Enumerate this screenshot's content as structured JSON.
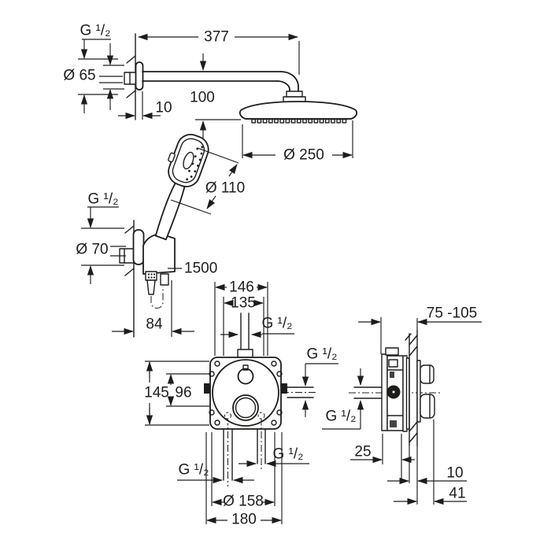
{
  "page": {
    "background": "#ffffff",
    "ink": "#1d1d1b"
  },
  "thread_label": "G ¹/₂",
  "head_shower": {
    "arm_length": "377",
    "flange_diameter": "Ø 65",
    "flange_depth": "10",
    "head_offset": "100",
    "head_diameter": "Ø 250"
  },
  "hand_shower": {
    "head_diameter": "Ø 110",
    "holder_flange_diameter": "Ø 70",
    "hose_length": "1500",
    "holder_depth": "84"
  },
  "mixer_front": {
    "width_outer": "146",
    "width_inner": "135",
    "height_outer": "145",
    "height_inner": "96",
    "plate_diameter": "Ø 158",
    "plate_width": "180"
  },
  "mixer_side": {
    "installation_depth": "75 -105",
    "box_front_depth": "25",
    "wall_thickness": "10",
    "handle_projection": "41"
  }
}
